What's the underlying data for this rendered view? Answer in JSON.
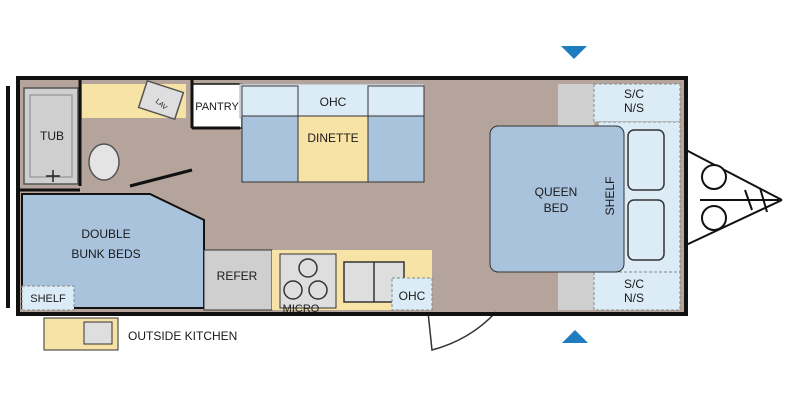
{
  "floorplan": {
    "labels": {
      "tub": "TUB",
      "lav": "LAV",
      "pantry": "PANTRY",
      "ohc_top": "OHC",
      "dinette": "DINETTE",
      "sc_ns_top_1": "S/C",
      "sc_ns_top_2": "N/S",
      "queen_bed_1": "QUEEN",
      "queen_bed_2": "BED",
      "shelf_right": "SHELF",
      "sc_ns_bottom_1": "S/C",
      "sc_ns_bottom_2": "N/S",
      "double_bunk_1": "DOUBLE",
      "double_bunk_2": "BUNK BEDS",
      "shelf_left": "SHELF",
      "refer": "REFER",
      "micro": "MICRO",
      "ohc_bottom": "OHC",
      "outside_kitchen": "OUTSIDE KITCHEN"
    },
    "colors": {
      "floor": "#b5a49c",
      "bed_blue": "#a9c3dd",
      "light_blue": "#dcecf7",
      "tan": "#f7e3a5",
      "gray": "#cfcfcf",
      "wall": "#111111",
      "arrow": "#1f7cc0"
    }
  }
}
